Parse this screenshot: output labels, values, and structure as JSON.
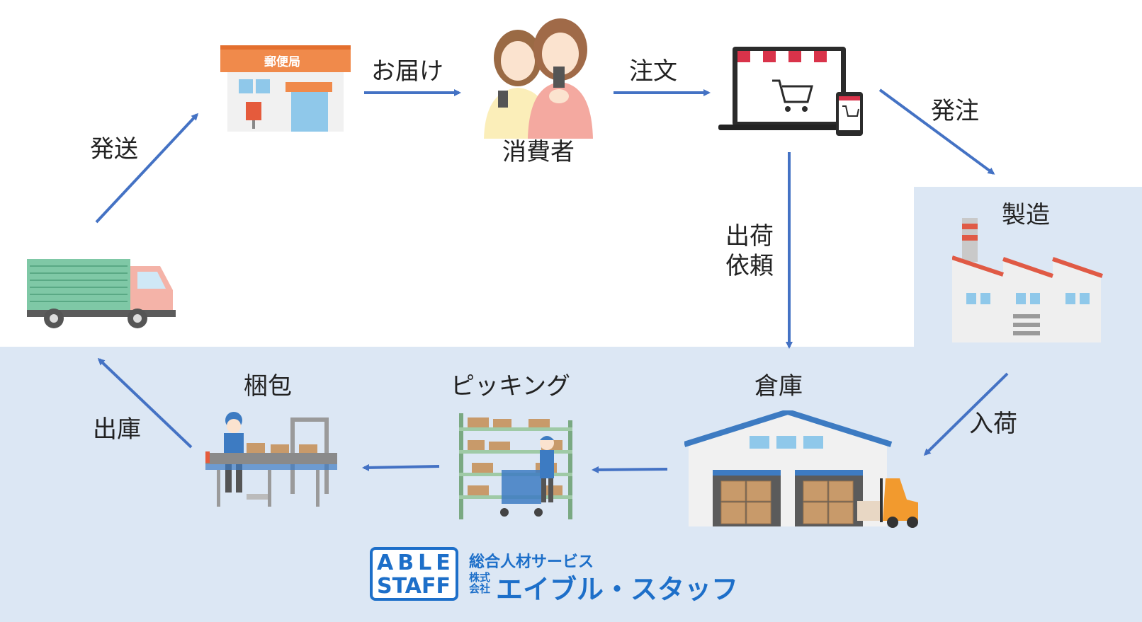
{
  "nodes": {
    "post_office": {
      "sign": "郵便局"
    },
    "consumer": {
      "label": "消費者"
    },
    "manufacturing": {
      "label": "製造"
    },
    "warehouse": {
      "label": "倉庫"
    },
    "picking": {
      "label": "ピッキング"
    },
    "packing": {
      "label": "梱包"
    }
  },
  "edges": {
    "ship": "発送",
    "deliver": "お届け",
    "order": "注文",
    "place_order": "発注",
    "shipping_request_line1": "出荷",
    "shipping_request_line2": "依頼",
    "receiving": "入荷",
    "outbound": "出庫"
  },
  "logo": {
    "box_line1": "ABLE",
    "box_line2": "STAFF",
    "tagline": "総合人材サービス",
    "corp_prefix": "株式会社",
    "name": "エイブル・スタッフ"
  },
  "colors": {
    "arrow": "#4472c4",
    "band": "#dce7f4",
    "logo": "#1d6fc9"
  }
}
